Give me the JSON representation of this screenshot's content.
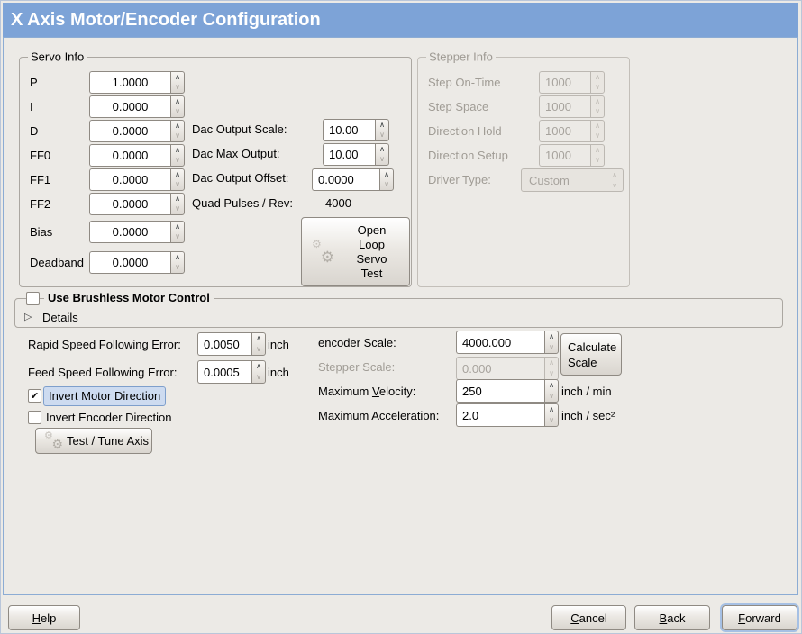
{
  "colors": {
    "titlebar": "#7da3d7",
    "title_text": "#ffffff",
    "window_bg": "#eceae6",
    "content_border": "#8cacd4",
    "focus_highlight_bg": "#cddbf0",
    "focus_highlight_border": "#7e9fcc",
    "disabled_text": "#a09c95"
  },
  "icons": {
    "spin_up": "∧",
    "spin_down": "∨",
    "gear_large": "⚙",
    "gear_small": "⚙",
    "check": "✔",
    "expander": "▷"
  },
  "titlebar": {
    "title": "X Axis Motor/Encoder Configuration"
  },
  "servo_info": {
    "legend": "Servo Info",
    "params": [
      {
        "label": "P",
        "value": "1.0000"
      },
      {
        "label": "I",
        "value": "0.0000"
      },
      {
        "label": "D",
        "value": "0.0000"
      },
      {
        "label": "FF0",
        "value": "0.0000"
      },
      {
        "label": "FF1",
        "value": "0.0000"
      },
      {
        "label": "FF2",
        "value": "0.0000"
      },
      {
        "label": "Bias",
        "value": "0.0000"
      },
      {
        "label": "Deadband",
        "value": "0.0000"
      }
    ],
    "dac_rows": [
      {
        "label": "Dac Output Scale:",
        "value": "10.00"
      },
      {
        "label": "Dac Max Output:",
        "value": "10.00"
      },
      {
        "label": "Dac Output Offset:",
        "value": "0.0000"
      }
    ],
    "quad_pulses": {
      "label": "Quad Pulses / Rev:",
      "value": "4000"
    },
    "open_loop_button": "Open\nLoop\nServo\nTest"
  },
  "stepper_info": {
    "legend": "Stepper Info",
    "params": [
      {
        "label": "Step On-Time",
        "value": "1000"
      },
      {
        "label": "Step Space",
        "value": "1000"
      },
      {
        "label": "Direction Hold",
        "value": "1000"
      },
      {
        "label": "Direction Setup",
        "value": "1000"
      }
    ],
    "driver_type": {
      "label": "Driver Type:",
      "value": "Custom"
    }
  },
  "brushless": {
    "label": "Use Brushless Motor Control",
    "details": "Details"
  },
  "errors": {
    "rapid": {
      "label": "Rapid Speed Following Error:",
      "value": "0.0050",
      "unit": "inch"
    },
    "feed": {
      "label": "Feed Speed Following Error:",
      "value": "0.0005",
      "unit": "inch"
    }
  },
  "toggles": {
    "invert_motor": "Invert Motor Direction",
    "invert_encoder": "Invert Encoder Direction"
  },
  "test_tune_button": "Test / Tune Axis",
  "scales": {
    "encoder": {
      "label": "encoder Scale:",
      "value": "4000.000"
    },
    "stepper": {
      "label": "Stepper Scale:",
      "value": "0.000"
    },
    "calculate_button": "Calculate\nScale",
    "velocity": {
      "pre": "Maximum ",
      "u": "V",
      "post": "elocity:",
      "value": "250",
      "unit": "inch / min"
    },
    "acceleration": {
      "pre": "Maximum ",
      "u": "A",
      "post": "cceleration:",
      "value": "2.0",
      "unit": "inch / sec²"
    }
  },
  "footer": {
    "help": {
      "u": "H",
      "post": "elp"
    },
    "cancel": {
      "u": "C",
      "post": "ancel"
    },
    "back": {
      "u": "B",
      "post": "ack"
    },
    "forward": {
      "u": "F",
      "post": "orward"
    }
  }
}
